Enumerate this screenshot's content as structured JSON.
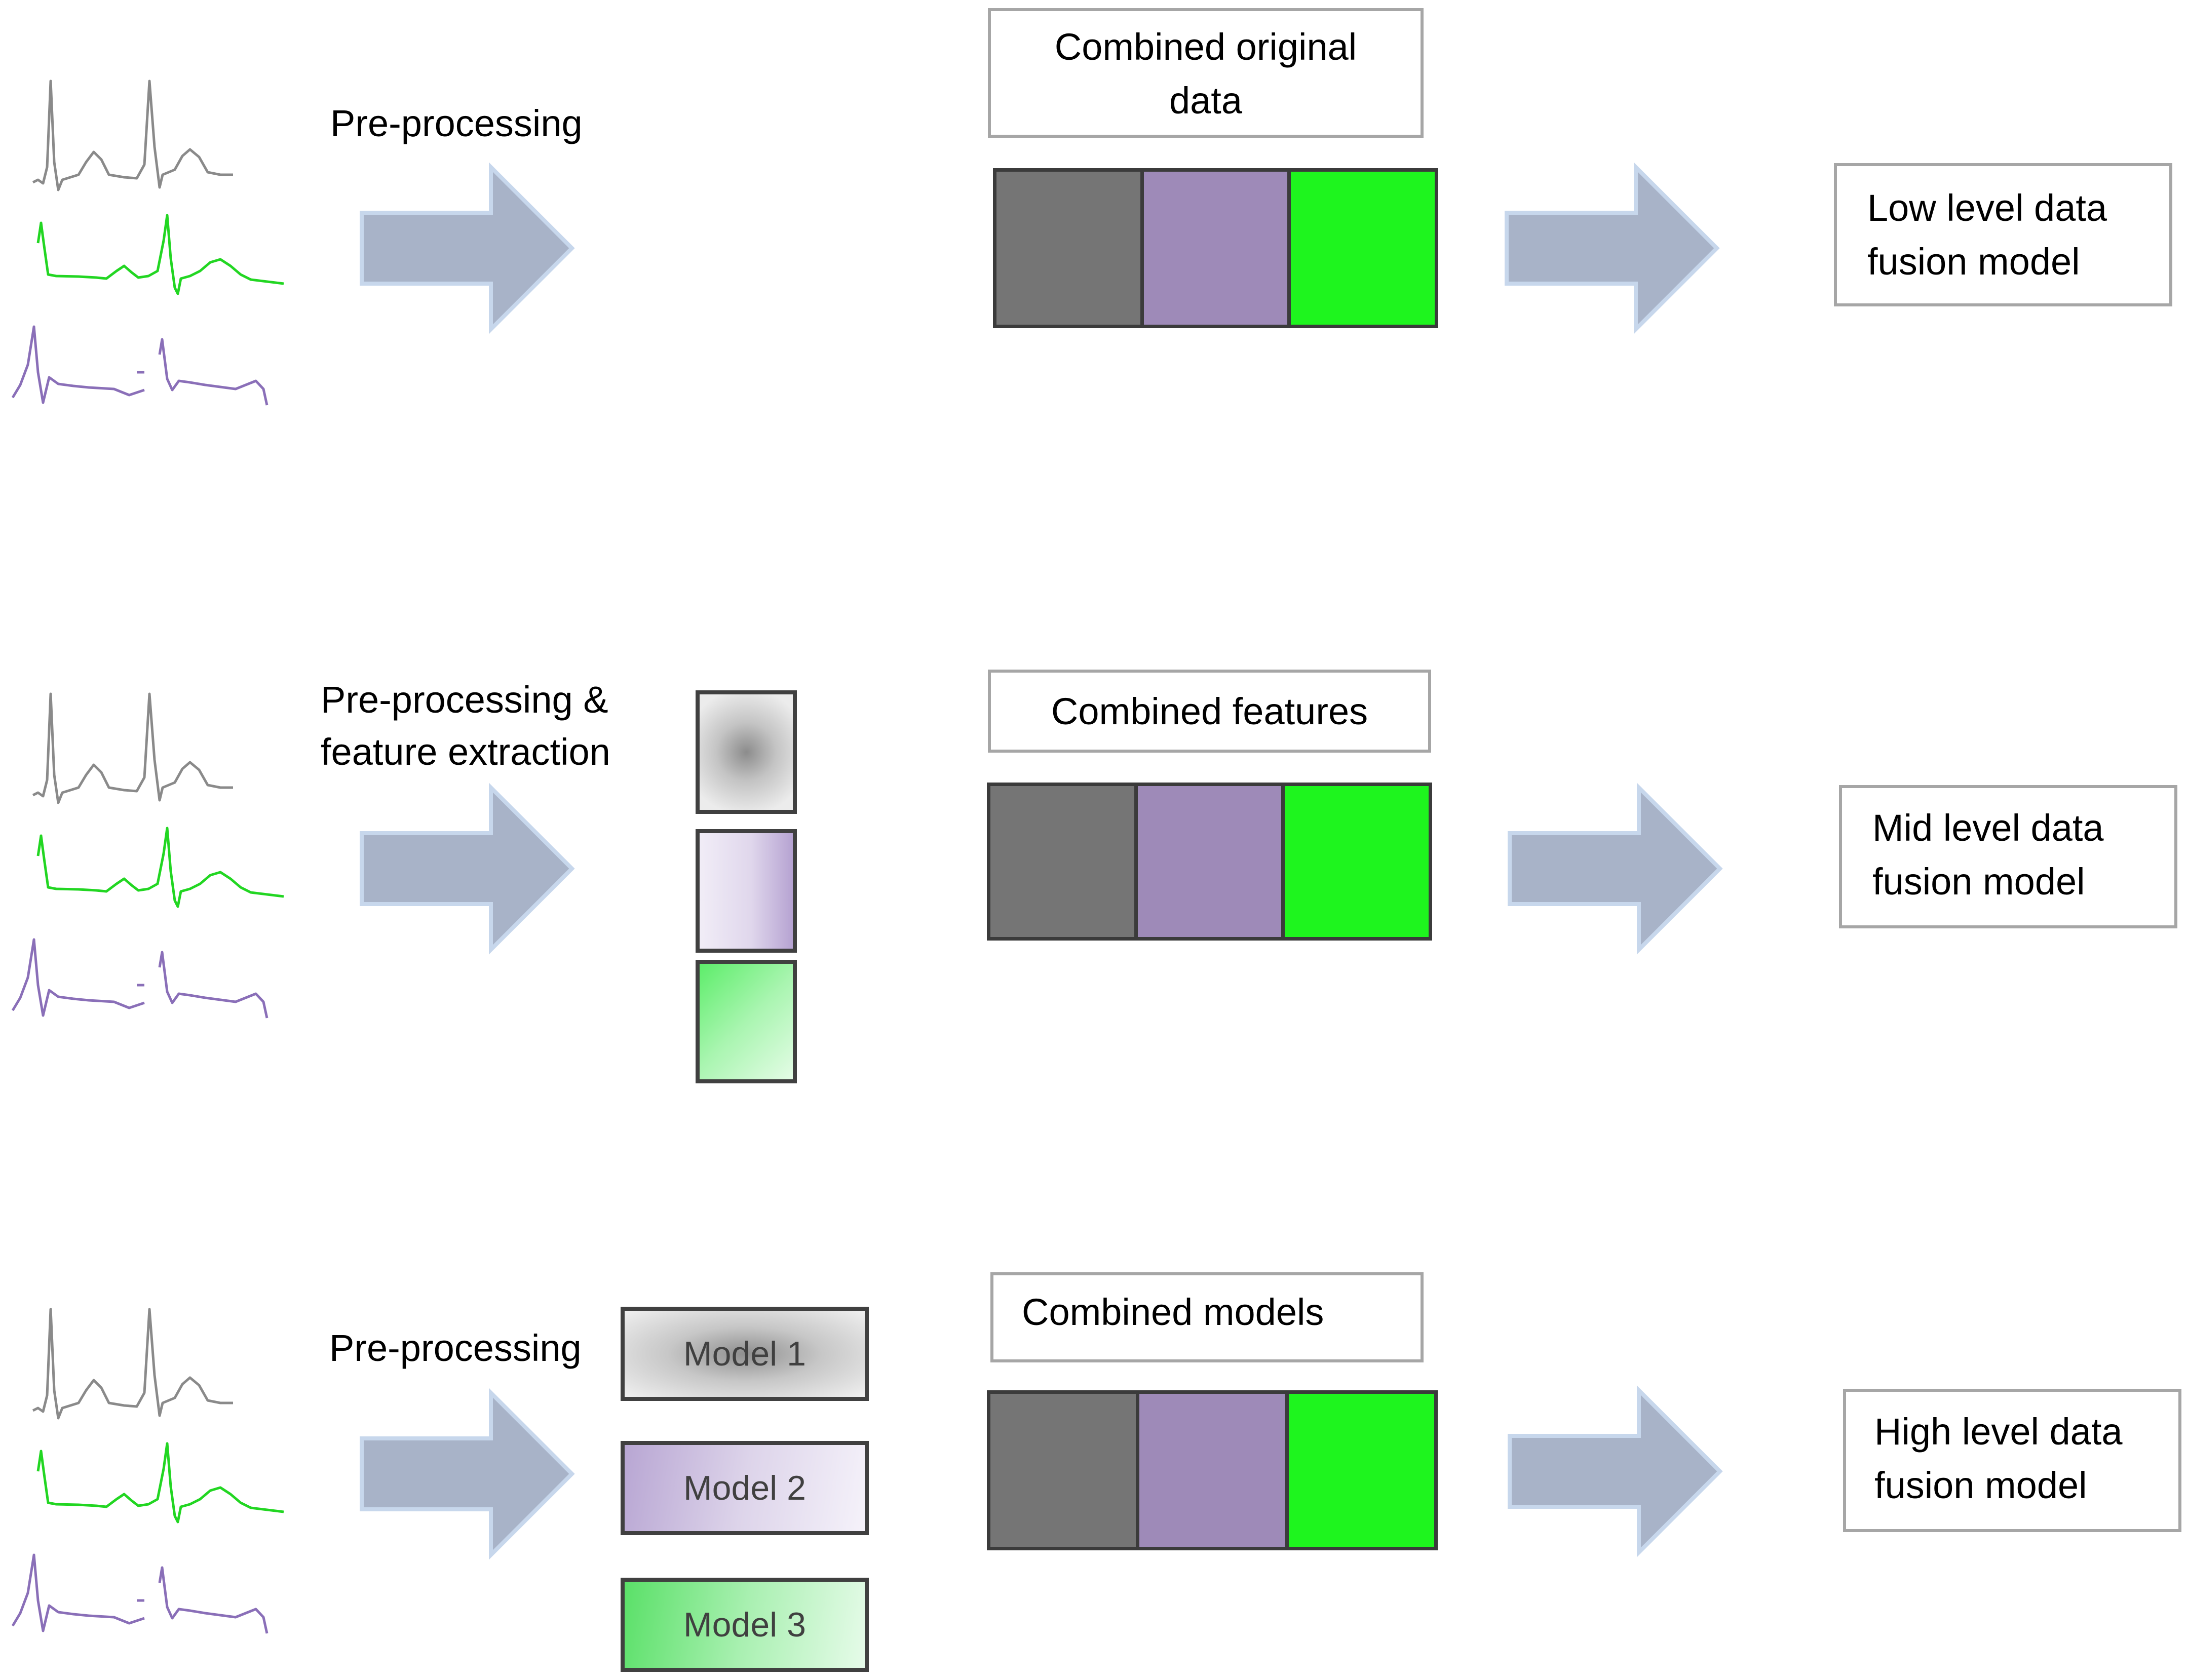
{
  "colors": {
    "gray": "#757575",
    "purple": "#9e8ab8",
    "green": "#1ef51e",
    "arrow_fill": "#a8b3c8",
    "arrow_stroke": "#c7d7ec",
    "ecg_gray": "#8a8a8a",
    "ecg_green": "#22d622",
    "ecg_purple": "#8a6fb8"
  },
  "rows": [
    {
      "step_label": "Pre-processing",
      "combined_label": "Combined original\ndata",
      "model_label": "Low  level  data\nfusion model"
    },
    {
      "step_label": "Pre-processing &\nfeature extraction",
      "combined_label": "Combined features",
      "model_label": "Mid level data\nfusion model"
    },
    {
      "step_label": "Pre-processing",
      "combined_label": "Combined models",
      "model_label": "High level data\nfusion model",
      "models": [
        "Model 1",
        "Model 2",
        "Model 3"
      ]
    }
  ]
}
